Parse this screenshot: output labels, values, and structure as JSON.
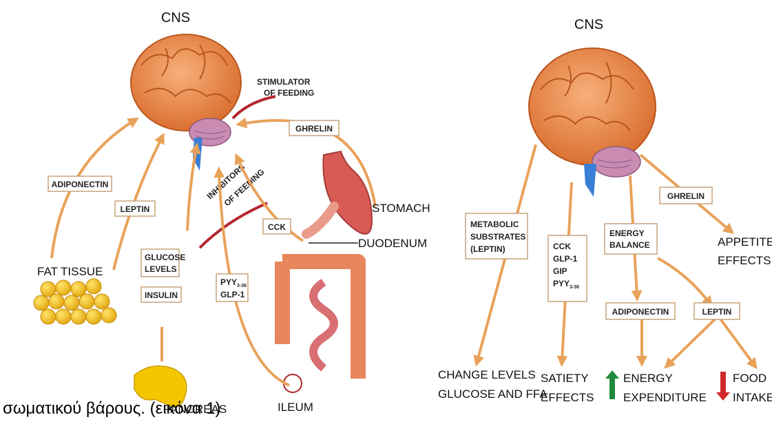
{
  "left": {
    "cns": "CNS",
    "stimulator": [
      "STIMULATOR",
      "OF FEEDING"
    ],
    "ghrelin": "GHRELIN",
    "stomach": "STOMACH",
    "duodenum": "DUODENUM",
    "inhibitors": [
      "INHIBITORS",
      "OF FEEDING"
    ],
    "cck": "CCK",
    "adiponectin": "ADIPONECTIN",
    "leptin": "LEPTIN",
    "fat_tissue": "FAT TISSUE",
    "glucose": [
      "GLUCOSE",
      "LEVELS"
    ],
    "insulin": "INSULIN",
    "pyy": [
      "PYY",
      "3-36",
      "GLP-1"
    ],
    "pancreas": "PANCREAS",
    "ileum": "ILEUM"
  },
  "right": {
    "cns": "CNS",
    "ghrelin": "GHRELIN",
    "metabolic": [
      "METABOLIC",
      "SUBSTRATES",
      "(LEPTIN)"
    ],
    "hormones": [
      "CCK",
      "GLP-1",
      "GIP",
      "PYY",
      "3-36"
    ],
    "energy_balance": [
      "ENERGY",
      "BALANCE"
    ],
    "appetite": [
      "APPETITE",
      "EFFECTS"
    ],
    "adiponectin": "ADIPONECTIN",
    "leptin": "LEPTIN",
    "change_levels": [
      "CHANGE LEVELS",
      "GLUCOSE AND FFA"
    ],
    "satiety": [
      "SATIETY",
      "EFFECTS"
    ],
    "energy_exp": [
      "ENERGY",
      "EXPENDITURE"
    ],
    "food_intake": [
      "FOOD",
      "INTAKE"
    ]
  },
  "caption": "σωματικού βάρους. (εικόνα 1)",
  "colors": {
    "arrow": "#e9a25a",
    "inhibitor_line": "#b3262e",
    "brain": "#e9823b",
    "up_arrow": "#1f8a3b",
    "down_arrow": "#d12a2a"
  }
}
